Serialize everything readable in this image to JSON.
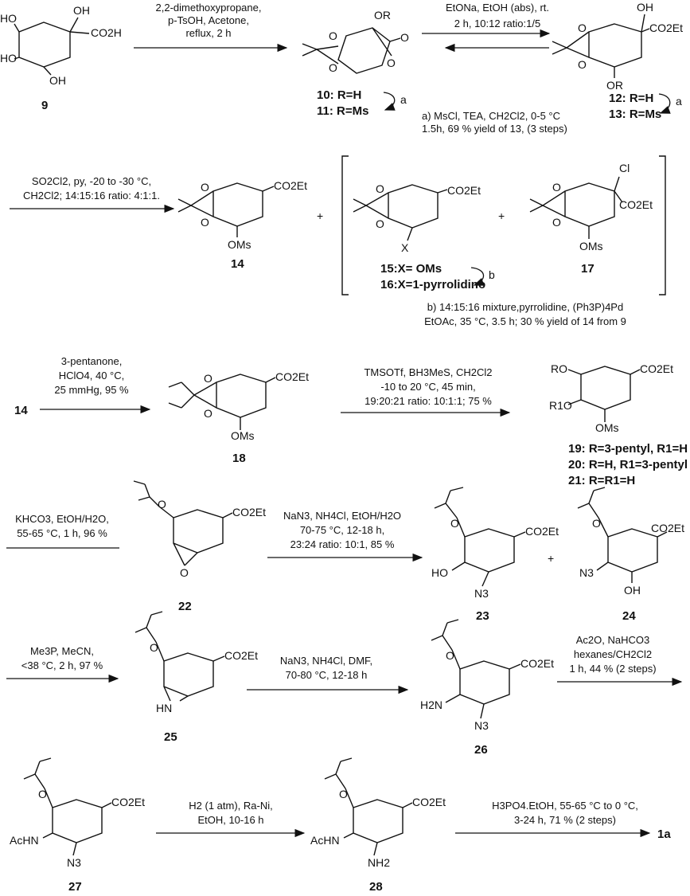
{
  "row1": {
    "c9_oh_a": "HO",
    "c9_oh_b": "OH",
    "c9_co2h": "CO2H",
    "c9_oh_c": "HO",
    "c9_oh_d": "OH",
    "c9_num": "9",
    "cond1_l1": "2,2-dimethoxypropane,",
    "cond1_l2": "p-TsOH, Acetone,",
    "cond1_l3": "reflux, 2 h",
    "c10_or": "OR",
    "c10_o1": "O",
    "c10_o2": "O",
    "c10_oring": "O",
    "c10_co": "O",
    "lab10": "10: R=H",
    "lab11": "11: R=Ms",
    "cond2_l1": "EtONa, EtOH (abs), rt.",
    "cond2_l2": "2 h, 10:12 ratio:1/5",
    "c12_oh": "OH",
    "c12_co2et": "CO2Et",
    "c12_or": "OR",
    "c12_o1": "O",
    "c12_o2": "O",
    "lab12": "12: R=H",
    "lab13": "13: R=Ms",
    "a_mark1": "a",
    "a_mark2": "a",
    "note_a_l1": "a) MsCl, TEA, CH2Cl2, 0-5 °C",
    "note_a_l2": "1.5h, 69 % yield of 13, (3 steps)"
  },
  "row2": {
    "cond_l1": "SO2Cl2, py, -20 to -30 °C,",
    "cond_l2": "CH2Cl2; 14:15:16 ratio: 4:1:1.",
    "c14_co2et": "CO2Et",
    "c14_oms": "OMs",
    "c14_o1": "O",
    "c14_o2": "O",
    "c14_num": "14",
    "plus1": "+",
    "plus2": "+",
    "c15_co2et": "CO2Et",
    "c15_x": "X",
    "c15_o1": "O",
    "c15_o2": "O",
    "lab15": "15:X= OMs",
    "lab16": "16:X=1-pyrrolidino",
    "b_mark": "b",
    "c17_cl": "Cl",
    "c17_co2et": "CO2Et",
    "c17_oms": "OMs",
    "c17_o1": "O",
    "c17_o2": "O",
    "c17_num": "17",
    "note_b_l1": "b) 14:15:16 mixture,pyrrolidine, (Ph3P)4Pd",
    "note_b_l2": "EtOAc, 35 °C, 3.5 h; 30 % yield of 14 from 9"
  },
  "row3": {
    "start": "14",
    "cond1_l1": "3-pentanone,",
    "cond1_l2": "HClO4, 40 °C,",
    "cond1_l3": "25 mmHg, 95 %",
    "c18_co2et": "CO2Et",
    "c18_oms": "OMs",
    "c18_o1": "O",
    "c18_o2": "O",
    "c18_num": "18",
    "cond2_l1": "TMSOTf, BH3MeS, CH2Cl2",
    "cond2_l2": "-10 to 20 °C, 45 min,",
    "cond2_l3": "19:20:21 ratio: 10:1:1; 75 %",
    "c19_ro": "RO",
    "c19_r1o": "R1O",
    "c19_co2et": "CO2Et",
    "c19_oms": "OMs",
    "lab19": "19: R=3-pentyl, R1=H",
    "lab20": "20: R=H, R1=3-pentyl",
    "lab21": "21: R=R1=H"
  },
  "row4": {
    "cond1_l1": "KHCO3, EtOH/H2O,",
    "cond1_l2": "55-65 °C, 1 h, 96 %",
    "c22_o": "O",
    "c22_co2et": "CO2Et",
    "c22_epo": "O",
    "c22_num": "22",
    "cond2_l1": "NaN3, NH4Cl, EtOH/H2O",
    "cond2_l2": "70-75 °C, 12-18 h,",
    "cond2_l3": "23:24 ratio: 10:1, 85 %",
    "c23_o": "O",
    "c23_co2et": "CO2Et",
    "c23_ho": "HO",
    "c23_n3": "N3",
    "c23_num": "23",
    "plus": "+",
    "c24_o": "O",
    "c24_co2et": "CO2Et",
    "c24_n3": "N3",
    "c24_oh": "OH",
    "c24_num": "24"
  },
  "row5": {
    "cond1_l1": "Me3P, MeCN,",
    "cond1_l2": "<38 °C, 2 h, 97 %",
    "c25_o": "O",
    "c25_co2et": "CO2Et",
    "c25_nh": "HN",
    "c25_num": "25",
    "cond2_l1": "NaN3, NH4Cl, DMF,",
    "cond2_l2": "70-80 °C, 12-18 h",
    "c26_o": "O",
    "c26_co2et": "CO2Et",
    "c26_h2n": "H2N",
    "c26_n3": "N3",
    "c26_num": "26",
    "cond3_l1": "Ac2O, NaHCO3",
    "cond3_l2": "hexanes/CH2Cl2",
    "cond3_l3": "1 h, 44 % (2 steps)"
  },
  "row6": {
    "c27_o": "O",
    "c27_co2et": "CO2Et",
    "c27_achn": "AcHN",
    "c27_n3": "N3",
    "c27_num": "27",
    "cond1_l1": "H2 (1 atm), Ra-Ni,",
    "cond1_l2": "EtOH, 10-16 h",
    "c28_o": "O",
    "c28_co2et": "CO2Et",
    "c28_achn": "AcHN",
    "c28_nh2": "NH2",
    "c28_num": "28",
    "cond2_l1": "H3PO4.EtOH, 55-65 °C to 0 °C,",
    "cond2_l2": "3-24 h, 71 % (2 steps)",
    "product": "1a"
  }
}
